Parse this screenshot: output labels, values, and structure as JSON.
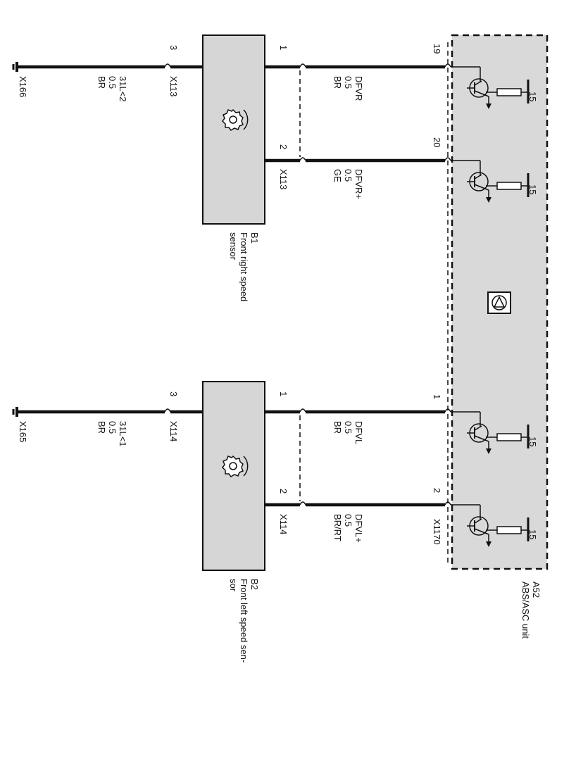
{
  "ecu": {
    "id": "A52",
    "name": "ABS/ASC unit",
    "connector": "X1170",
    "pins": [
      "19",
      "20",
      "1",
      "2"
    ],
    "supply_labels": [
      "15",
      "15",
      "15",
      "15"
    ]
  },
  "sensors": [
    {
      "id": "B1",
      "name_line1": "Front right speed",
      "name_line2": "sensor",
      "pins": [
        "1",
        "2",
        "3"
      ],
      "connector": "X113",
      "connector_ground": "X113",
      "ground_point": "X166",
      "ground_wire": {
        "code": "31L<2",
        "size": "0.5",
        "color": "BR"
      },
      "wires": [
        {
          "name": "DFVR",
          "size": "0.5",
          "color": "BR"
        },
        {
          "name": "DFVR+",
          "size": "0.5",
          "color": "GE"
        }
      ]
    },
    {
      "id": "B2",
      "name_line1": "Front left speed sen-",
      "name_line2": "sor",
      "pins": [
        "1",
        "2",
        "3"
      ],
      "connector": "X114",
      "connector_ground": "X114",
      "ground_point": "X165",
      "ground_wire": {
        "code": "31L<1",
        "size": "0.5",
        "color": "BR"
      },
      "wires": [
        {
          "name": "DFVL",
          "size": "0.5",
          "color": "BR"
        },
        {
          "name": "DFVL+",
          "size": "0.5",
          "color": "BR/RT"
        }
      ]
    }
  ]
}
